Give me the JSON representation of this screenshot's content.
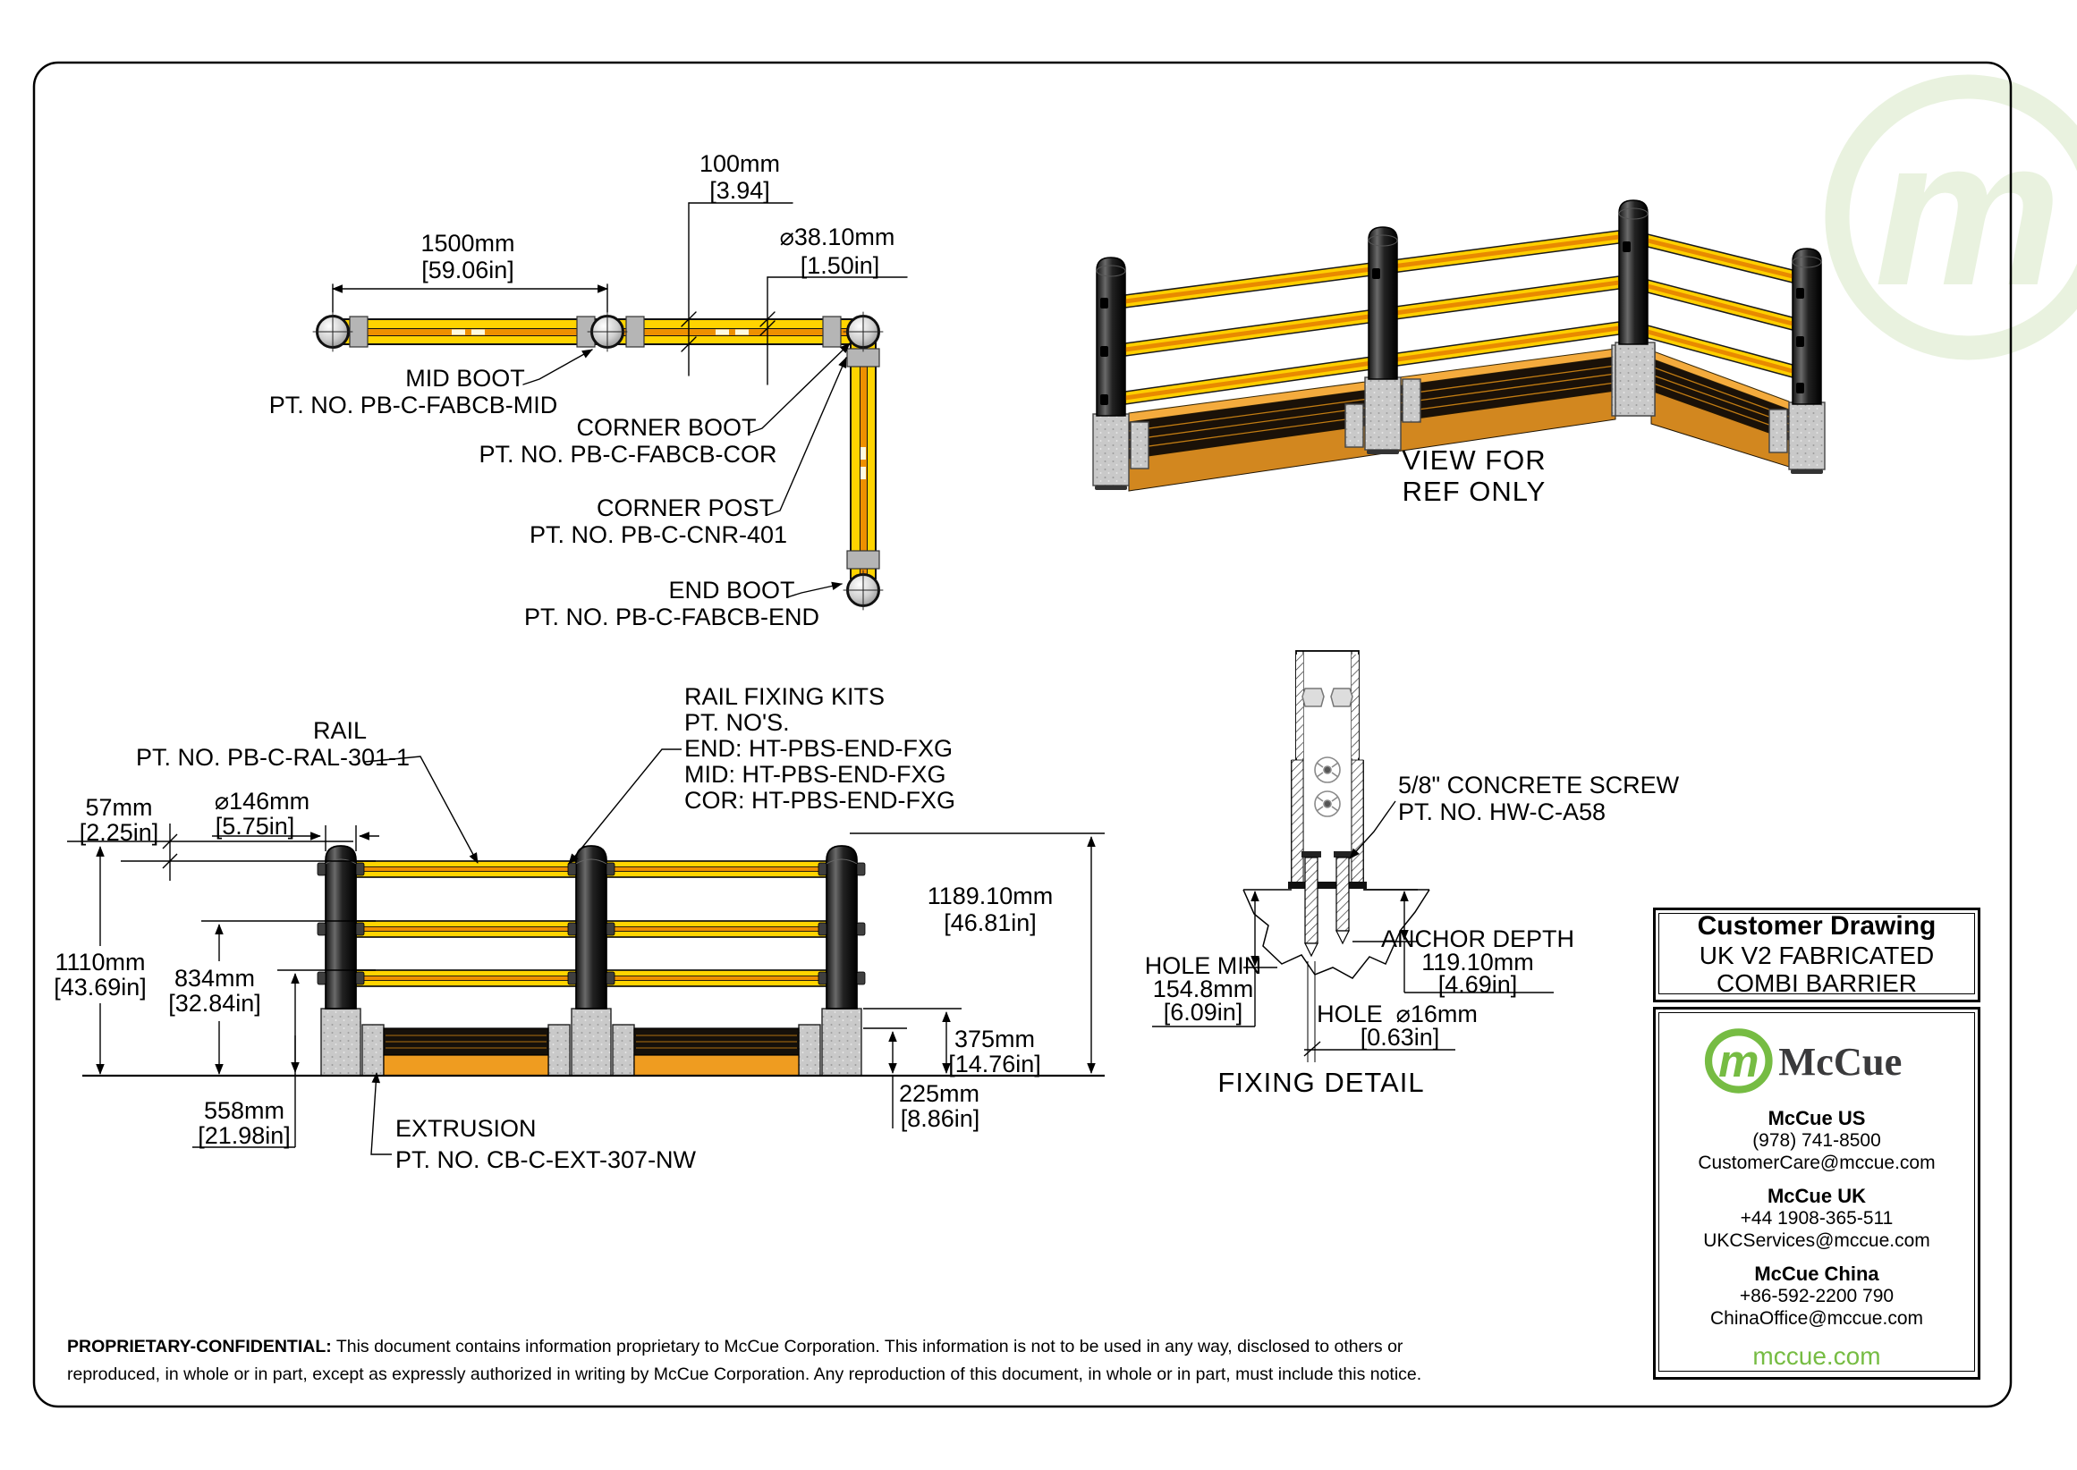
{
  "plan_view": {
    "dim_span": {
      "mm": "1500mm",
      "in": "[59.06in]"
    },
    "dim_boot_width": {
      "mm": "100mm",
      "in": "[3.94]"
    },
    "dim_rail_dia": {
      "mm": "⌀38.10mm",
      "in": "[1.50in]"
    },
    "mid_boot": {
      "label": "MID BOOT",
      "part": "PT. NO. PB-C-FABCB-MID"
    },
    "corner_boot": {
      "label": "CORNER BOOT",
      "part": "PT. NO. PB-C-FABCB-COR"
    },
    "corner_post": {
      "label": "CORNER POST",
      "part": "PT. NO. PB-C-CNR-401"
    },
    "end_boot": {
      "label": "END BOOT",
      "part": "PT. NO. PB-C-FABCB-END"
    }
  },
  "iso_view": {
    "caption_line1": "VIEW FOR",
    "caption_line2": "REF ONLY"
  },
  "elevation_view": {
    "rail": {
      "label": "RAIL",
      "part": "PT. NO. PB-C-RAL-301-1"
    },
    "rail_fixing_kits": {
      "line1": "RAIL FIXING KITS",
      "line2": "PT. NO'S.",
      "line3": "END: HT-PBS-END-FXG",
      "line4": "MID: HT-PBS-END-FXG",
      "line5": "COR: HT-PBS-END-FXG"
    },
    "extrusion": {
      "label": "EXTRUSION",
      "part": "PT. NO. CB-C-EXT-307-NW"
    },
    "dims": {
      "rail_to_post_top": {
        "mm": "57mm",
        "in": "[2.25in]"
      },
      "post_dia": {
        "mm": "⌀146mm",
        "in": "[5.75in]"
      },
      "top_rail_height": {
        "mm": "1110mm",
        "in": "[43.69in]"
      },
      "mid_rail_height": {
        "mm": "834mm",
        "in": "[32.84in]"
      },
      "low_rail_height": {
        "mm": "558mm",
        "in": "[21.98in]"
      },
      "overall_height": {
        "mm": "1189.10mm",
        "in": "[46.81in]"
      },
      "base_height": {
        "mm": "375mm",
        "in": "[14.76in]"
      },
      "extrusion_height": {
        "mm": "225mm",
        "in": "[8.86in]"
      }
    }
  },
  "fixing_detail": {
    "title": "FIXING DETAIL",
    "screw": {
      "label": "5/8\" CONCRETE SCREW",
      "part": "PT. NO. HW-C-A58"
    },
    "anchor_depth": {
      "label": "ANCHOR DEPTH",
      "mm": "119.10mm",
      "in": "[4.69in]"
    },
    "hole_min": {
      "label": "HOLE MIN",
      "mm": "154.8mm",
      "in": "[6.09in]"
    },
    "hole_dia": {
      "label": "HOLE",
      "mm": "⌀16mm",
      "in": "[0.63in]"
    }
  },
  "title_block": {
    "header": {
      "title": "Customer Drawing",
      "subtitle1": "UK V2 FABRICATED",
      "subtitle2": "COMBI BARRIER"
    },
    "brand": {
      "logo_letter": "m",
      "name": "McCue"
    },
    "contacts": [
      {
        "name": "McCue US",
        "phone": "(978) 741-8500",
        "email": "CustomerCare@mccue.com"
      },
      {
        "name": "McCue UK",
        "phone": "+44 1908-365-511",
        "email": "UKCServices@mccue.com"
      },
      {
        "name": "McCue China",
        "phone": "+86-592-2200 790",
        "email": "ChinaOffice@mccue.com"
      }
    ],
    "website": "mccue.com"
  },
  "footer": {
    "proprietary_bold": "PROPRIETARY-CONFIDENTIAL:",
    "proprietary_line1": " This document contains information proprietary to McCue Corporation. This information is not to be used in any way, disclosed to others or",
    "proprietary_line2": "reproduced, in whole or in part, except as expressly authorized in writing by McCue Corporation. Any reproduction of this document, in whole or in part, must include this notice."
  },
  "colors": {
    "mccue_green": "#76bc43",
    "rail_yellow": "#ffd400",
    "rail_orange": "#ee9000",
    "extrusion_orange": "#ef9c20",
    "concrete_gray": "#c9c9c9",
    "post_black": "#141414"
  }
}
